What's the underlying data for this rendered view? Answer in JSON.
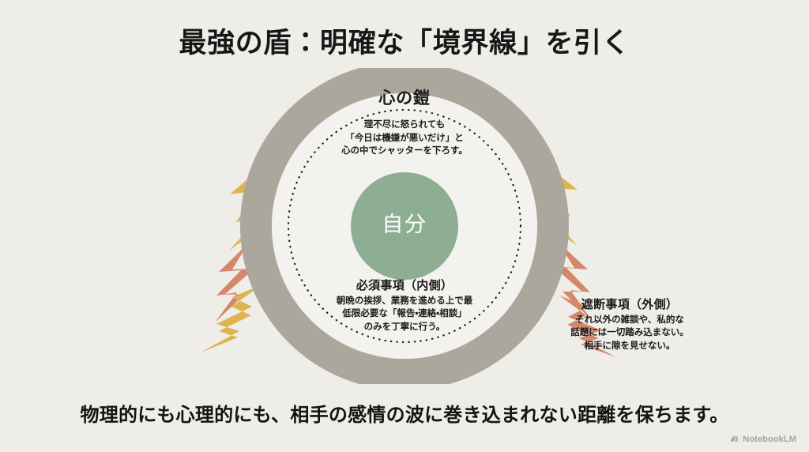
{
  "slide": {
    "background_color": "#efede8",
    "title": "最強の盾：明確な「境界線」を引く",
    "caption": "物理的にも心理的にも、相手の感情の波に巻き込まれない距離を保ちます。"
  },
  "diagram": {
    "outer_ring_label": "心の鎧",
    "outer_ring_color": "#aca79d",
    "inner_field_color": "#f4f2ee",
    "dotted_border_color": "#1d1d1d",
    "core": {
      "label": "自分",
      "color": "#8dae92",
      "text_color": "#ffffff"
    },
    "inner_note": [
      "理不尽に怒られても",
      "「今日は機嫌が悪いだけ」と",
      "心の中でシャッターを下ろす。"
    ],
    "essential": {
      "title": "必須事項（内側）",
      "body": [
        "朝晩の挨拶、業務を進める上で最",
        "低限必要な「報告・連絡・相談」",
        "のみを丁寧に行う。"
      ]
    },
    "blocked": {
      "title": "遮断事項（外側）",
      "body": [
        "それ以外の雑談や、私的な",
        "話題には一切踏み込まない。",
        "相手に隙を見せない。"
      ]
    },
    "bolts": {
      "gold_color": "#ddb44f",
      "salmon_color": "#d3886b",
      "count": 6,
      "positions": [
        "upper-left",
        "upper-right",
        "left",
        "right",
        "lower-left",
        "lower-right"
      ]
    }
  },
  "watermark": {
    "label": "NotebookLM",
    "icon": "notebooklm-icon"
  }
}
